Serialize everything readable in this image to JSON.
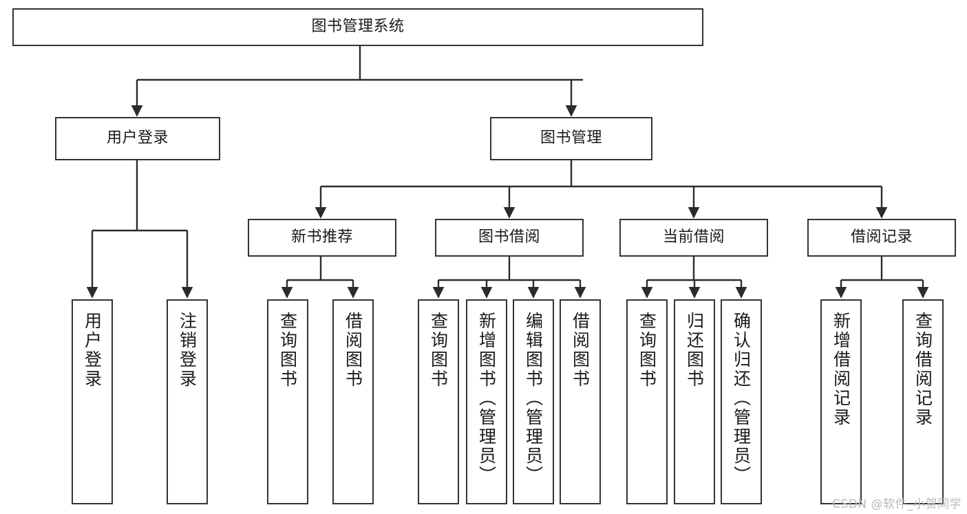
{
  "diagram": {
    "type": "tree-hierarchy",
    "title": "图书管理系统",
    "watermark": "CSDN @软件_小贺同学",
    "colors": {
      "box_stroke": "#333333",
      "box_fill": "#ffffff",
      "line": "#2b2b2b",
      "text": "#1a1a1a",
      "watermark": "#b9b9b9"
    },
    "nodes": {
      "root": {
        "label": "图书管理系统"
      },
      "level2": [
        {
          "id": "user-login",
          "label": "用户登录"
        },
        {
          "id": "book-manage",
          "label": "图书管理"
        }
      ],
      "level3": [
        {
          "id": "new-book-recommend",
          "label": "新书推荐"
        },
        {
          "id": "book-borrow",
          "label": "图书借阅"
        },
        {
          "id": "current-borrow",
          "label": "当前借阅"
        },
        {
          "id": "borrow-record",
          "label": "借阅记录"
        }
      ],
      "leaves": {
        "user-login": [
          {
            "id": "leaf-user-login",
            "label": "用户登录"
          },
          {
            "id": "leaf-user-logout",
            "label": "注销登录"
          }
        ],
        "new-book-recommend": [
          {
            "id": "leaf-query-book-1",
            "label": "查询图书"
          },
          {
            "id": "leaf-borrow-book-1",
            "label": "借阅图书"
          }
        ],
        "book-borrow": [
          {
            "id": "leaf-query-book-2",
            "label": "查询图书"
          },
          {
            "id": "leaf-add-book",
            "label": "新增图书（管理员）"
          },
          {
            "id": "leaf-edit-book",
            "label": "编辑图书（管理员）"
          },
          {
            "id": "leaf-borrow-book-2",
            "label": "借阅图书"
          }
        ],
        "current-borrow": [
          {
            "id": "leaf-query-book-3",
            "label": "查询图书"
          },
          {
            "id": "leaf-return-book",
            "label": "归还图书"
          },
          {
            "id": "leaf-confirm-return",
            "label": "确认归还（管理员）"
          }
        ],
        "borrow-record": [
          {
            "id": "leaf-add-record",
            "label": "新增借阅记录"
          },
          {
            "id": "leaf-query-record",
            "label": "查询借阅记录"
          }
        ]
      }
    }
  }
}
